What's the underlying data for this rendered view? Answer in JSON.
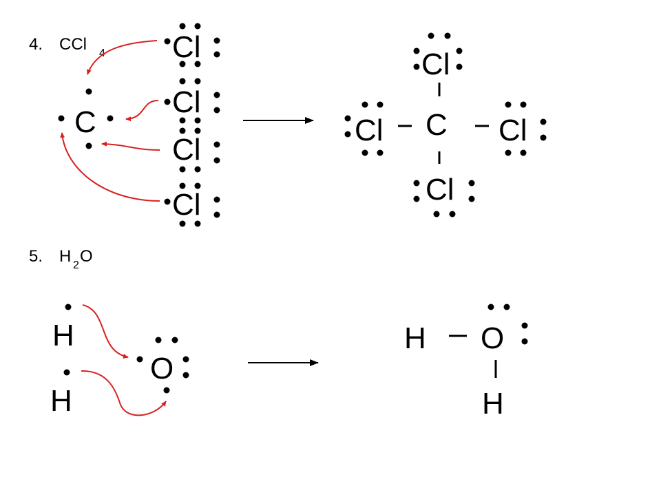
{
  "problems": [
    {
      "number": "4.",
      "formula_main": "CCl",
      "formula_sub": "4"
    },
    {
      "number": "5.",
      "formula_main": "H",
      "formula_sub": "2",
      "formula_tail": "O"
    }
  ],
  "atoms": {
    "carbon": "C",
    "chlorine": "Cl",
    "hydrogen": "H",
    "oxygen": "O"
  },
  "colors": {
    "text": "#000000",
    "arrow_curve": "#d92020",
    "reaction_arrow": "#000000"
  }
}
